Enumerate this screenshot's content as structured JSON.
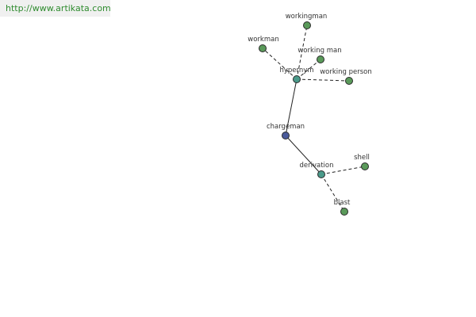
{
  "header": {
    "site_url": "http://www.artikata.com"
  },
  "colors": {
    "root_node": "#4a5a9a",
    "relation_node": "#4a9a8a",
    "word_node": "#5a9a5a",
    "site_link_text": "#2e8b2e",
    "site_link_bg": "#f0f0f0"
  },
  "graph": {
    "nodes": [
      {
        "id": "chargeman",
        "label": "chargeman",
        "kind": "root"
      },
      {
        "id": "hypernym",
        "label": "hypernym",
        "kind": "relation"
      },
      {
        "id": "derivation",
        "label": "derivation",
        "kind": "relation"
      },
      {
        "id": "workingman",
        "label": "workingman",
        "kind": "word"
      },
      {
        "id": "workman",
        "label": "workman",
        "kind": "word"
      },
      {
        "id": "working-man",
        "label": "working man",
        "kind": "word"
      },
      {
        "id": "working-person",
        "label": "working person",
        "kind": "word"
      },
      {
        "id": "shell",
        "label": "shell",
        "kind": "word"
      },
      {
        "id": "blast",
        "label": "blast",
        "kind": "word"
      }
    ],
    "edges": [
      {
        "from": "chargeman",
        "to": "hypernym",
        "style": "solid"
      },
      {
        "from": "chargeman",
        "to": "derivation",
        "style": "solid"
      },
      {
        "from": "hypernym",
        "to": "workingman",
        "style": "dashed"
      },
      {
        "from": "hypernym",
        "to": "workman",
        "style": "dashed"
      },
      {
        "from": "hypernym",
        "to": "working-man",
        "style": "dashed"
      },
      {
        "from": "hypernym",
        "to": "working-person",
        "style": "dashed"
      },
      {
        "from": "derivation",
        "to": "shell",
        "style": "dashed"
      },
      {
        "from": "derivation",
        "to": "blast",
        "style": "dashed"
      }
    ]
  }
}
